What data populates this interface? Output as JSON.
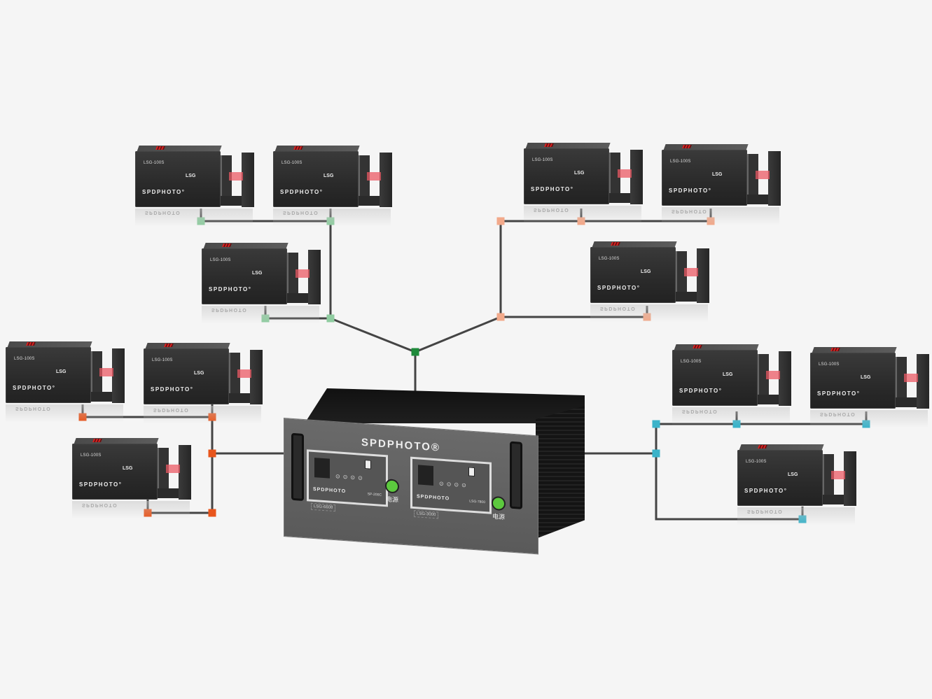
{
  "diagram": {
    "title": "Multi-sensor laser gauge network",
    "controller": {
      "brand": "SPDPHOTO®",
      "units": [
        {
          "brand": "SPDPHOTO",
          "model": "SP-200C",
          "tag": "LSG-6608",
          "button_label": "电源"
        },
        {
          "brand": "SPDPHOTO",
          "model": "LSG-7800",
          "tag": "LSG-3000",
          "button_label": "电源"
        }
      ]
    },
    "sensor_template": {
      "model": "LSG-100S",
      "type_label": "LSG",
      "brand": "SPDPHOTO"
    },
    "groups": [
      {
        "name": "top-left",
        "color": "#8fcca0",
        "sensor_count": 3
      },
      {
        "name": "top-right",
        "color": "#f2a98a",
        "sensor_count": 3
      },
      {
        "name": "left",
        "color": "#e8551c",
        "sensor_count": 3
      },
      {
        "name": "right",
        "color": "#3bb3c9",
        "sensor_count": 3
      }
    ],
    "hub_color": "#1e8a3a",
    "wire_color": "#444444"
  }
}
